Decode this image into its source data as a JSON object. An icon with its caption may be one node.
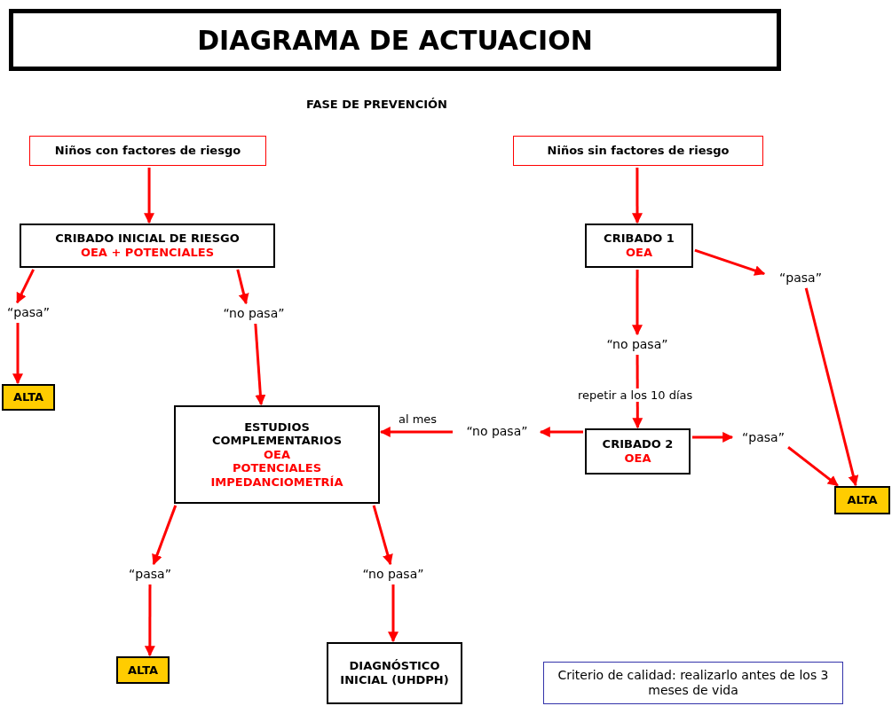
{
  "diagram": {
    "title": "DIAGRAMA DE ACTUACION",
    "nodes": [
      {
        "text": [
          "Niños con factores de riesgo"
        ]
      },
      {
        "text": [
          "Niños sin factores de riesgo"
        ]
      },
      {
        "text": [
          "CRIBADO INICIAL DE RIESGO",
          "OEA + POTENCIALES"
        ]
      },
      {
        "text": [
          "“pasa”"
        ]
      },
      {
        "text": [
          "“no pasa”"
        ]
      },
      {
        "text": [
          "ALTA"
        ]
      },
      {
        "text": [
          "CRIBADO 1",
          "OEA"
        ]
      },
      {
        "text": [
          "“pasa”"
        ]
      },
      {
        "text": [
          "“no pasa”"
        ]
      },
      {
        "text": [
          "CRIBADO 2",
          "OEA"
        ]
      },
      {
        "text": [
          "“pasa”"
        ]
      },
      {
        "text": [
          "ALTA"
        ]
      },
      {
        "text": [
          "“no pasa”"
        ]
      },
      {
        "text": [
          "ESTUDIOS COMPLEMENTARIOS",
          "OEA",
          "POTENCIALES",
          "IMPEDANCIOMETRÍA"
        ]
      },
      {
        "text": [
          "“pasa”"
        ]
      },
      {
        "text": [
          "“no pasa”"
        ]
      },
      {
        "text": [
          "ALTA"
        ]
      },
      {
        "text": [
          "DIAGNÓSTICO INICIAL (UHDPH)"
        ]
      },
      {
        "text": [
          "Criterio de calidad: realizarlo antes de los 3 meses de vida"
        ]
      }
    ],
    "edges": [
      {
        "from": 0,
        "to": 2,
        "arrow": "to"
      },
      {
        "from": 2,
        "to": 3,
        "arrow": "to"
      },
      {
        "from": 3,
        "to": 5,
        "arrow": "to"
      },
      {
        "from": 2,
        "to": 4,
        "arrow": "to"
      },
      {
        "from": 4,
        "to": 13,
        "arrow": "to"
      },
      {
        "from": 1,
        "to": 6,
        "arrow": "to"
      },
      {
        "from": 6,
        "to": 7,
        "arrow": "to"
      },
      {
        "from": 7,
        "to": 11,
        "arrow": "to"
      },
      {
        "from": 6,
        "to": 8,
        "arrow": "to"
      },
      {
        "from": 8,
        "to": 9,
        "arrow": "to",
        "label": "repetir a los 10 días"
      },
      {
        "from": 9,
        "to": 10,
        "arrow": "to"
      },
      {
        "from": 10,
        "to": 11,
        "arrow": "to"
      },
      {
        "from": 9,
        "to": 12,
        "arrow": "to"
      },
      {
        "from": 12,
        "to": 13,
        "arrow": "to",
        "label": "al mes"
      },
      {
        "from": 13,
        "to": 14,
        "arrow": "to"
      },
      {
        "from": 14,
        "to": 16,
        "arrow": "to"
      },
      {
        "from": 13,
        "to": 15,
        "arrow": "to"
      },
      {
        "from": 15,
        "to": 17,
        "arrow": "to"
      }
    ],
    "labels": [
      "FASE DE PREVENCIÓN"
    ]
  }
}
